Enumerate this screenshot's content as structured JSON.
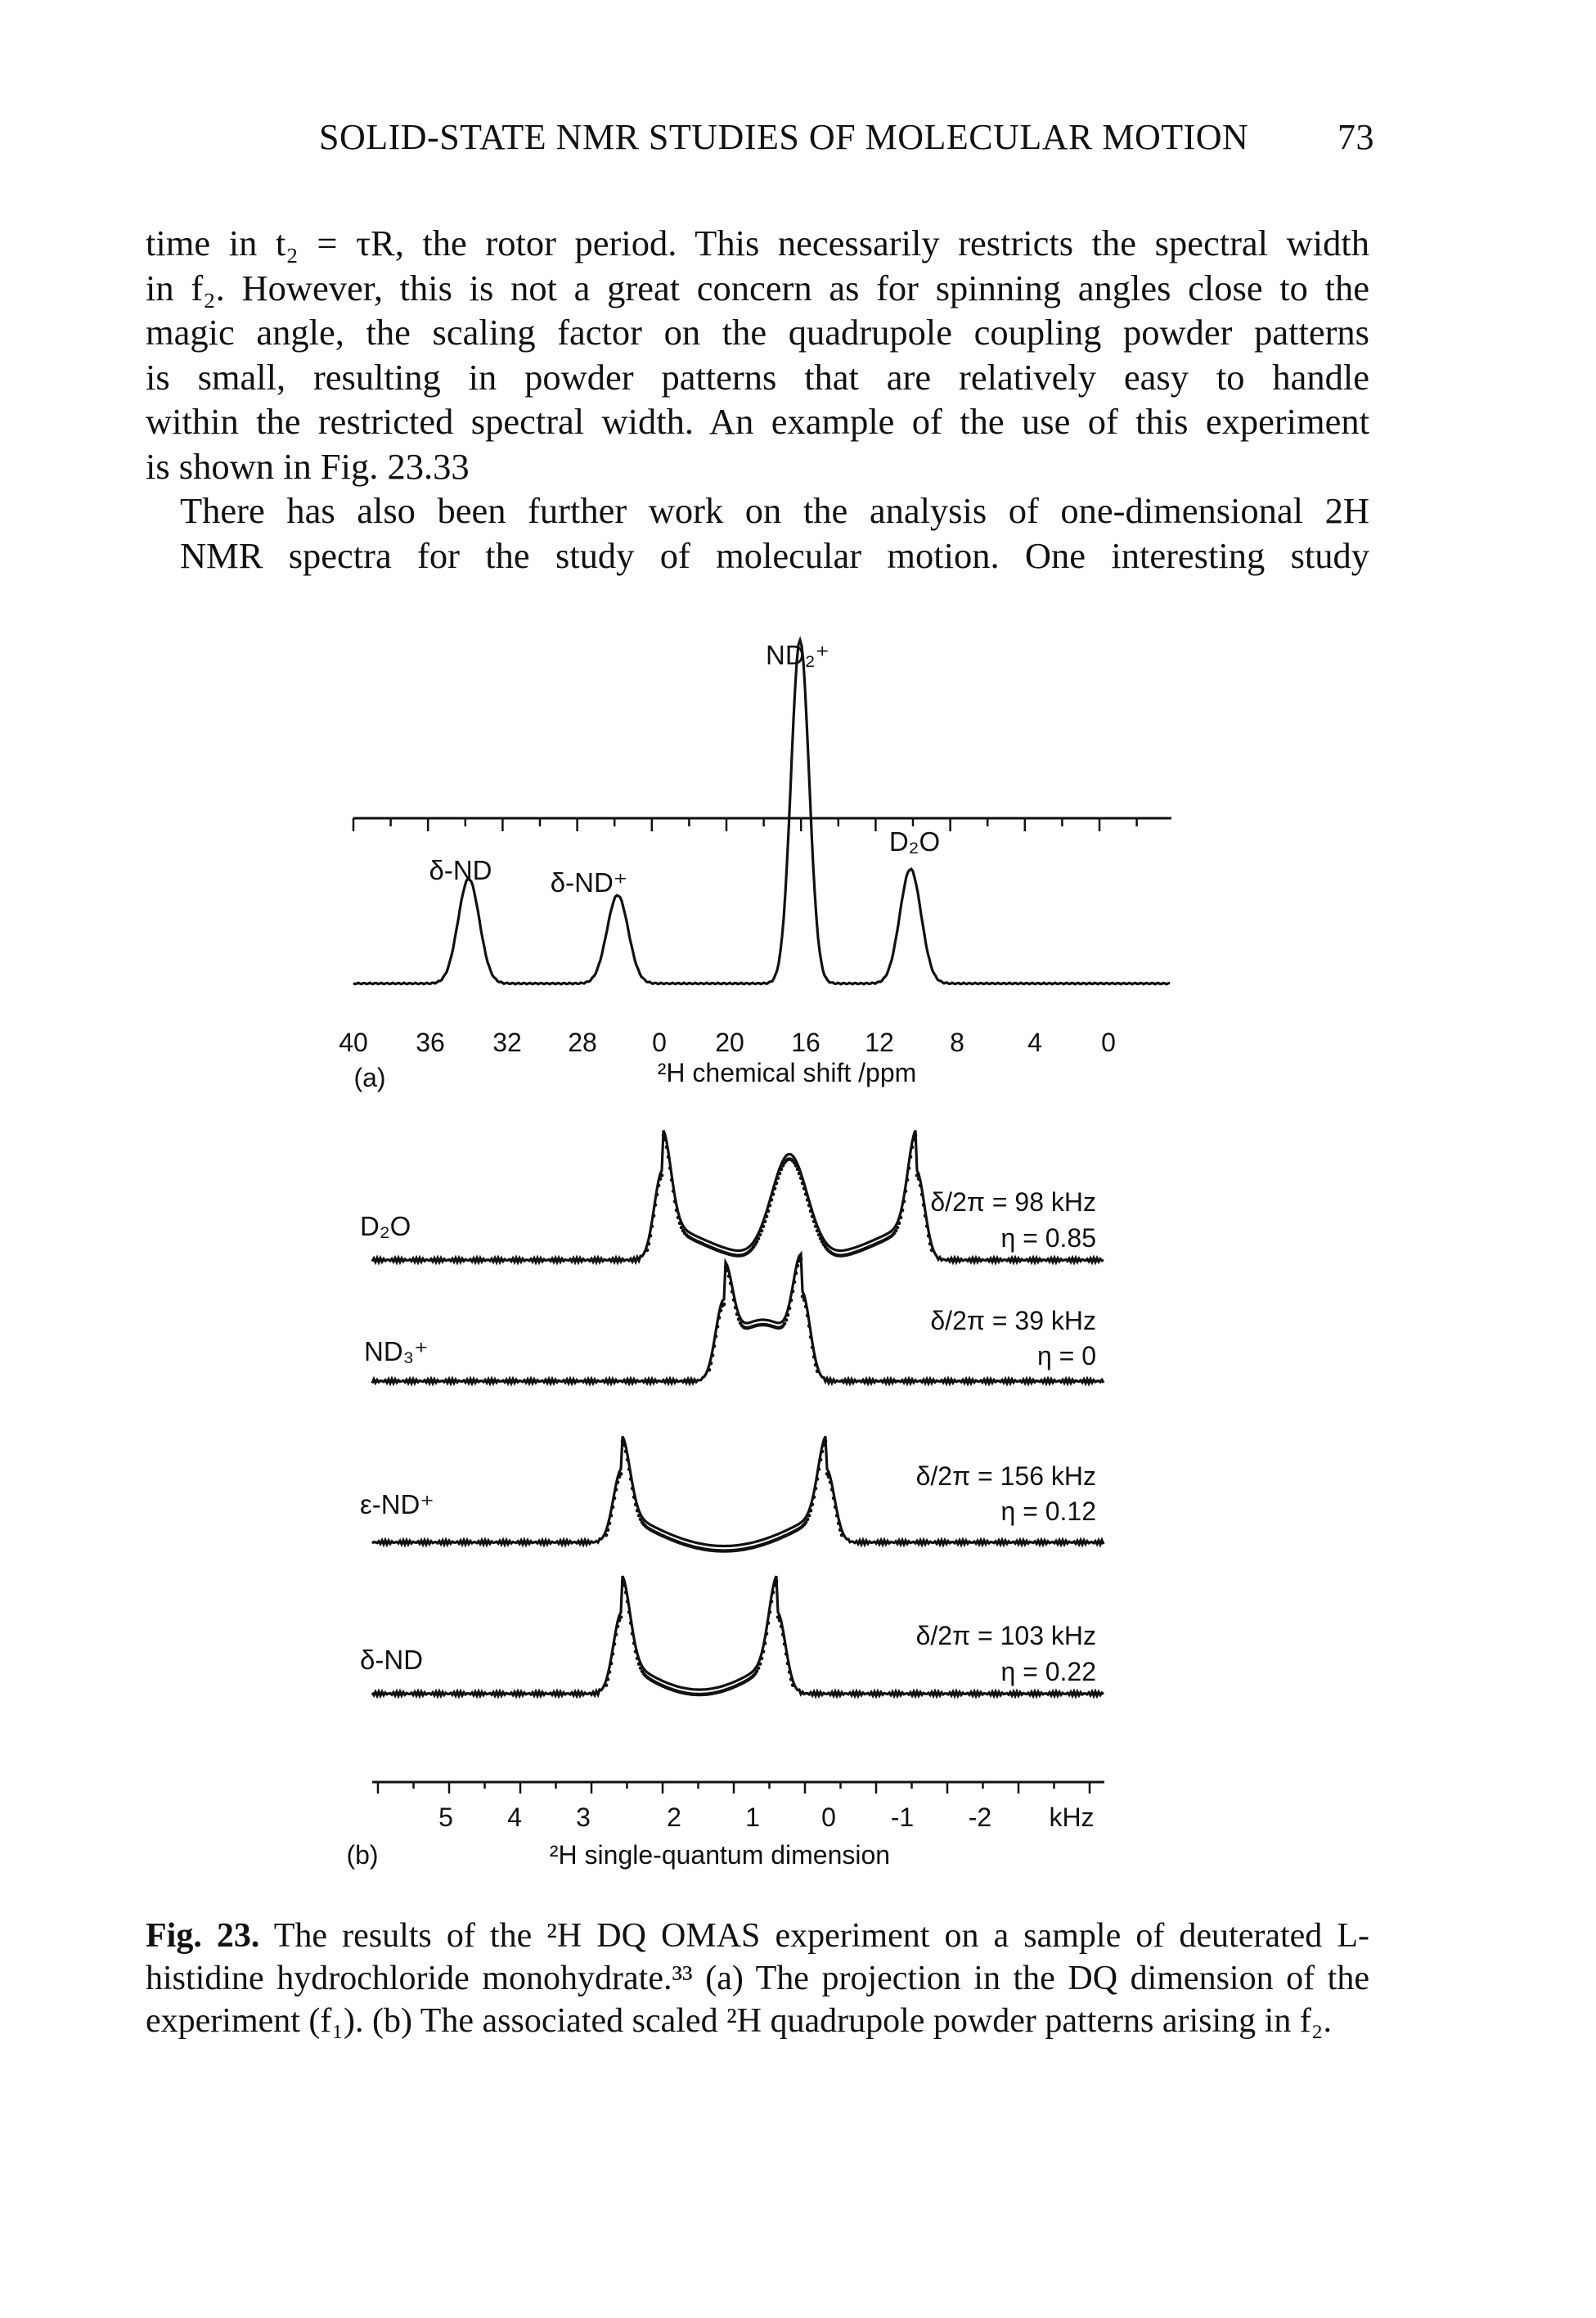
{
  "running_head": {
    "title": "SOLID-STATE NMR STUDIES OF MOLECULAR MOTION",
    "page_number": "73"
  },
  "body": {
    "p1_lines": [
      "time in t₂ = τR, the rotor period. This necessarily restricts the spectral width",
      "in f₂. However, this is not a great concern as for spinning angles close to the",
      "magic angle, the scaling factor on the quadrupole coupling powder patterns",
      "is small, resulting in powder patterns that are relatively easy to handle",
      "within the restricted spectral width. An example of the use of this experiment",
      "is shown in Fig. 23.33"
    ],
    "p2_lines": [
      "There has also been further work on the analysis of one-dimensional 2H",
      "NMR spectra for the study of molecular motion. One interesting study"
    ]
  },
  "figure": {
    "panel_a": {
      "peak_labels": [
        "δ-ND",
        "δ-ND⁺",
        "ND₂⁺",
        "D₂O"
      ],
      "tick_labels": [
        "40",
        "36",
        "32",
        "28",
        "0",
        "20",
        "16",
        "12",
        "8",
        "4",
        "0"
      ],
      "axis_label": "²H chemical shift /ppm",
      "panel_label": "(a)"
    },
    "panel_b": {
      "spectra": [
        {
          "name": "D₂O",
          "coupling": "δ/2π = 98 kHz",
          "eta": "η = 0.85"
        },
        {
          "name": "ND₃⁺",
          "coupling": "δ/2π = 39 kHz",
          "eta": "η = 0"
        },
        {
          "name": "ε-ND⁺",
          "coupling": "δ/2π = 156 kHz",
          "eta": "η = 0.12"
        },
        {
          "name": "δ-ND",
          "coupling": "δ/2π = 103 kHz",
          "eta": "η = 0.22"
        }
      ],
      "tick_labels": [
        "5",
        "4",
        "3",
        "2",
        "1",
        "0",
        "-1",
        "-2"
      ],
      "unit_label": "kHz",
      "axis_label": "²H single-quantum dimension",
      "panel_label": "(b)"
    }
  },
  "caption": {
    "label": "Fig. 23.",
    "text": "The results of the ²H DQ OMAS experiment on a sample of deuterated L-histidine hydrochloride monohydrate.³³ (a) The projection in the DQ dimension of the experiment (f₁). (b) The associated scaled ²H quadrupole powder patterns arising in f₂."
  }
}
